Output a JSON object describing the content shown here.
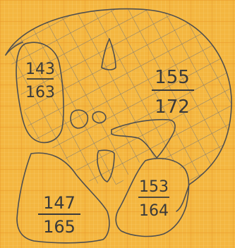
{
  "colors": {
    "paper": "#f4b640",
    "grid_minor": "#f7d070",
    "grid_major": "#e8962a",
    "pencil": "#4f4f4f",
    "hatch": "#7a7a7a"
  },
  "labels": {
    "left_lobe": {
      "numerator": "143",
      "denominator": "163"
    },
    "right_main": {
      "numerator": "155",
      "denominator": "172"
    },
    "bottom_left": {
      "numerator": "147",
      "denominator": "165"
    },
    "bottom_right": {
      "numerator": "153",
      "denominator": "164"
    }
  }
}
